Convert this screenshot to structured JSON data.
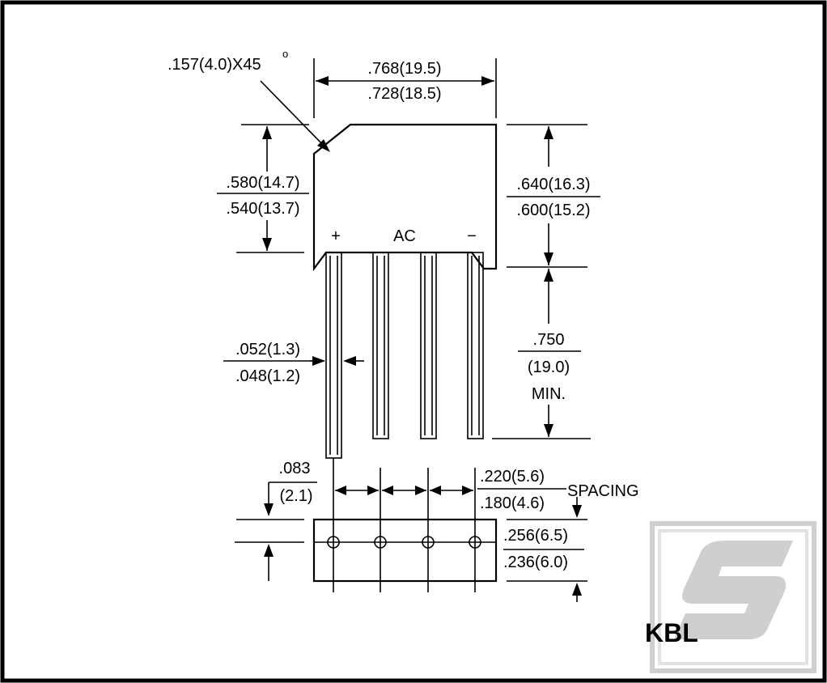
{
  "part_name": "KBL",
  "chamfer_label": ".157(4.0)X45",
  "chamfer_degree": "o",
  "width_max": ".768(19.5)",
  "width_min": ".728(18.5)",
  "left_height_max": ".580(14.7)",
  "left_height_min": ".540(13.7)",
  "right_height_max": ".640(16.3)",
  "right_height_min": ".600(15.2)",
  "lead_length_value": ".750",
  "lead_length_metric": "(19.0)",
  "lead_length_note": "MIN.",
  "lead_width_max": ".052(1.3)",
  "lead_width_min": ".048(1.2)",
  "offset_value": ".083",
  "offset_metric": "(2.1)",
  "spacing_max": ".220(5.6)",
  "spacing_min": ".180(4.6)",
  "spacing_label": "SPACING",
  "depth_max": ".256(6.5)",
  "depth_min": ".236(6.0)",
  "pin_plus": "+",
  "pin_ac": "AC",
  "pin_minus": "−",
  "colors": {
    "line": "#000000",
    "background": "#ffffff",
    "logo": "#cfcfcf"
  }
}
